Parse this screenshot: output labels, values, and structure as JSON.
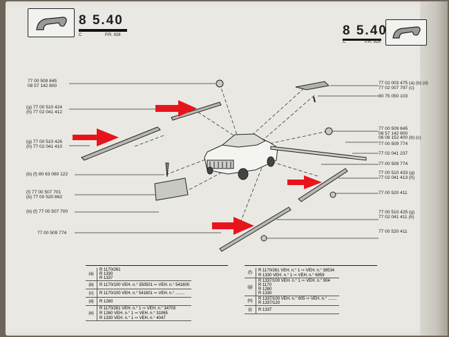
{
  "header_left": {
    "page_code": "8 5.40",
    "letter": "C",
    "pr": "P.R. 928"
  },
  "header_right": {
    "page_code": "8 5.40",
    "letter": "C",
    "pr": "P.R. 928"
  },
  "left_labels": [
    {
      "lines": [
        "77 00 509 845",
        "08 57 142 800"
      ]
    },
    {
      "lines": [
        "(g) 77 00 510 424",
        "(h) 77 02 041 412"
      ]
    },
    {
      "lines": [
        "(g) 77 00 510 426",
        "(h) 77 02 041 410"
      ]
    },
    {
      "lines": [
        "(b) (f) 80 63 060 122"
      ]
    },
    {
      "lines": [
        "(f) 77 00 507 701",
        "(b) 77 00 520 862"
      ]
    },
    {
      "lines": [
        "(b) (f) 77 00 507 700"
      ]
    },
    {
      "lines": [
        "77 00 509 774"
      ]
    }
  ],
  "right_labels": [
    {
      "lines": [
        "77 02 003 475 (a) (b) (d)",
        "77 02 007 797 (c)"
      ]
    },
    {
      "lines": [
        "80 75 050 103"
      ]
    },
    {
      "lines": [
        "77 00 509 845",
        "08 57 142 800",
        "06 08 152 400 (b) (c)"
      ]
    },
    {
      "lines": [
        "77 00 509 774"
      ]
    },
    {
      "lines": [
        "77 02 041 237"
      ]
    },
    {
      "lines": [
        "77 00 509 774"
      ]
    },
    {
      "lines": [
        "77 00 510 433 (g)",
        "77 02 041 413 (h)"
      ]
    },
    {
      "lines": [
        "77 00 520 411"
      ]
    },
    {
      "lines": [
        "77 00 510 425 (g)",
        "77 02 041 411 (h)"
      ]
    },
    {
      "lines": [
        "77 00 520 411"
      ]
    }
  ],
  "table_left": [
    {
      "key": "(a)",
      "cells": [
        "R 1170/261",
        "R 1330",
        "R 1337"
      ]
    },
    {
      "key": "(b)",
      "cells": [
        "R 1170/100 VEH. n.° 350501 ⇨ VEH. n.° 541600"
      ]
    },
    {
      "key": "(c)",
      "cells": [
        "R 1170/100 VEH. n.° 541601 ⇨ VEH. n.° ........"
      ]
    },
    {
      "key": "(d)",
      "cells": [
        "R 1260"
      ]
    },
    {
      "key": "(e)",
      "cells": [
        "R 1170/261 VEH. n.° 1 ⇨ VEH. n.° 34703",
        "R 1260 VEH. n.° 1 ⇨ VEH. n.° 31065",
        "R 1330 VEH. n.° 1 ⇨ VEH. n.° 4047"
      ]
    }
  ],
  "table_right": [
    {
      "key": "(f)",
      "cells": [
        "R 1170/261 VEH. n.° 1 ⇨ VEH. n.° 38534",
        "R 1330 VEH. n.° 1 ⇨ VEH. n.° 6959"
      ]
    },
    {
      "key": "(g)",
      "cells": [
        "R 1337/100 VEH. n.° 1 ⇨ VEH. n.° 904",
        "R 1170",
        "R 1260",
        "R 1330"
      ]
    },
    {
      "key": "(h)",
      "cells": [
        "R 1337/100 VEH. n.° 905 ⇨ VEH. n.° ........",
        "R 1337/120"
      ]
    },
    {
      "key": "(i)",
      "cells": [
        "R 1337"
      ]
    }
  ],
  "colors": {
    "arrow": "#e8141c",
    "paper": "#e9e8e3",
    "ink": "#1d1d1d"
  },
  "icons": [
    "door-handle-icon",
    "door-handle-icon",
    "red-arrow-icon"
  ]
}
